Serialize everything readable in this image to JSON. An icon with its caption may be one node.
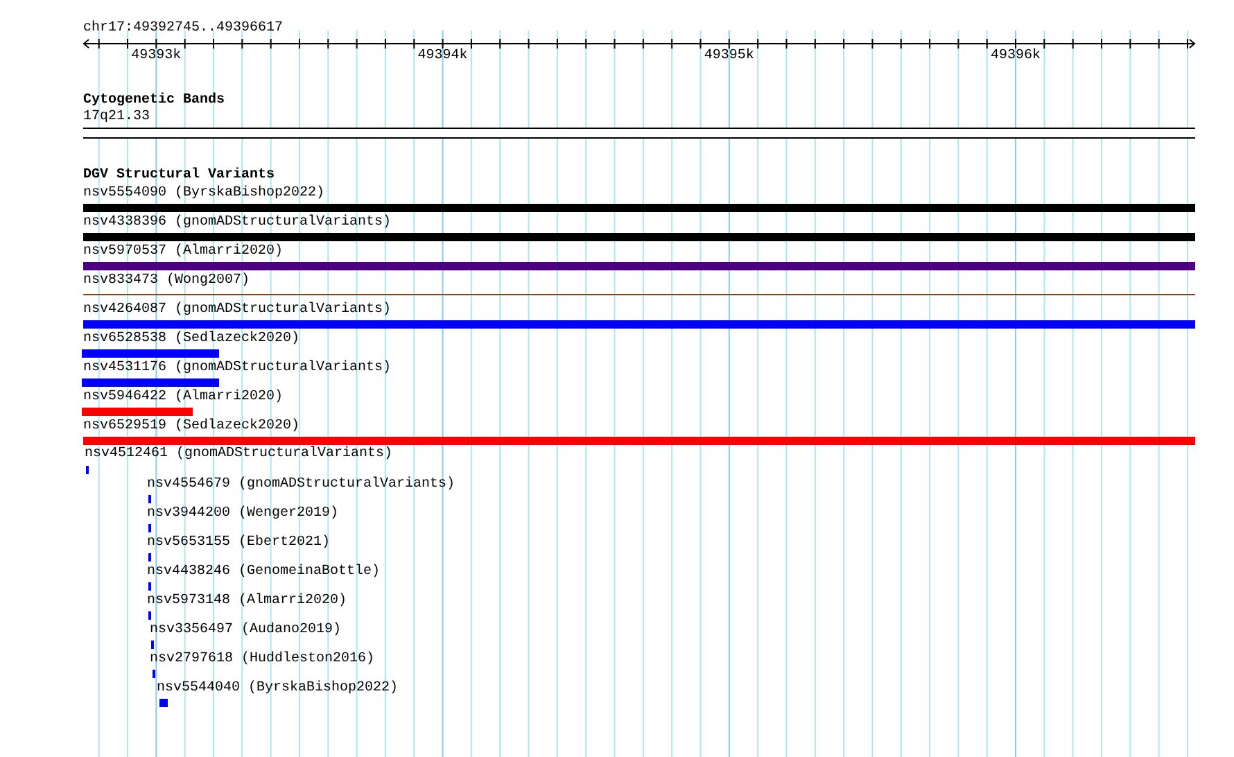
{
  "diagram": {
    "nodes": [
      {
        "text": [
          "nsv5554090 (ByrskaBishop2022)"
        ]
      },
      {
        "text": [
          "nsv4338396 (gnomADStructuralVariants)"
        ]
      },
      {
        "text": [
          "nsv5970537 (Almarri2020)"
        ]
      },
      {
        "text": [
          "nsv833473 (Wong2007)"
        ]
      },
      {
        "text": [
          "nsv4264087 (gnomADStructuralVariants)"
        ]
      },
      {
        "text": [
          "nsv6528538 (Sedlazeck2020)"
        ]
      },
      {
        "text": [
          "nsv4531176 (gnomADStructuralVariants)"
        ]
      },
      {
        "text": [
          "nsv5946422 (Almarri2020)"
        ]
      },
      {
        "text": [
          "nsv6529519 (Sedlazeck2020)"
        ]
      },
      {
        "text": [
          "nsv4512461 (gnomADStructuralVariants)"
        ]
      },
      {
        "text": [
          "nsv4554679 (gnomADStructuralVariants)"
        ]
      },
      {
        "text": [
          "nsv3944200 (Wenger2019)"
        ]
      },
      {
        "text": [
          "nsv5653155 (Ebert2021)"
        ]
      },
      {
        "text": [
          "nsv4438246 (GenomeinaBottle)"
        ]
      },
      {
        "text": [
          "nsv5973148 (Almarri2020)"
        ]
      },
      {
        "text": [
          "nsv3356497 (Audano2019)"
        ]
      },
      {
        "text": [
          "nsv2797618 (Huddleston2016)"
        ]
      },
      {
        "text": [
          "nsv5544040 (ByrskaBishop2022)"
        ]
      },
      {
        "text": [
          "17q21.33"
        ]
      }
    ],
    "labels": [
      "chr17:49392745..49396617",
      "49393k",
      "49394k",
      "49395k",
      "49396k",
      "Cytogenetic Bands",
      "DGV Structural Variants"
    ]
  }
}
